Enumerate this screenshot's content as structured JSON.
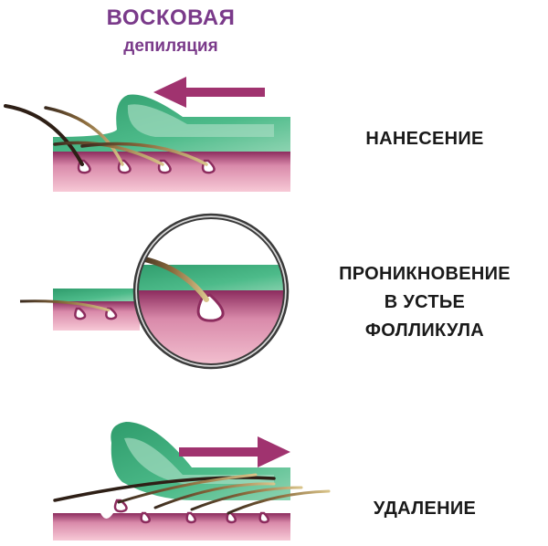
{
  "title": {
    "main": "ВОСКОВАЯ",
    "sub": "депиляция"
  },
  "steps": [
    {
      "label": "НАНЕСЕНИЕ"
    },
    {
      "label_lines": [
        "ПРОНИКНОВЕНИЕ",
        "В УСТЬЕ",
        "ФОЛЛИКУЛА"
      ]
    },
    {
      "label": "УДАЛЕНИЕ"
    }
  ],
  "colors": {
    "title": "#7a3a8a",
    "arrow": "#a0336f",
    "skin_top": "#8c2c5e",
    "skin": "#f2b8c8",
    "wax": "#3fae7f",
    "wax_light": "#a4dcc0",
    "hair_dark": "#3a2a1e",
    "hair_gold": "#b89a5c"
  }
}
